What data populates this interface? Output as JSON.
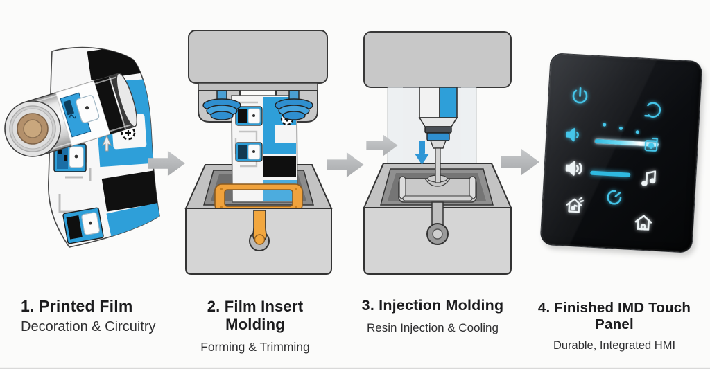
{
  "diagram": {
    "kind": "process-infographic",
    "subject": "IMD (In-Mold Decoration) touch panel manufacturing process"
  },
  "steps": [
    {
      "num": "1",
      "title": "1. Printed Film",
      "subtitle": "Decoration & Circuitry",
      "illustration": "printed-film-roll"
    },
    {
      "num": "2",
      "title": "2. Film Insert Molding",
      "subtitle": "Forming & Trimming",
      "illustration": "film-insert-press-and-mold"
    },
    {
      "num": "3",
      "title": "3. Injection Molding",
      "subtitle": "Resin Injection & Cooling",
      "illustration": "injection-unit-and-mold"
    },
    {
      "num": "4",
      "title": "4. Finished IMD Touch Panel",
      "subtitle": "Durable, Integrated HMI",
      "illustration": "black-glass-touch-panel"
    }
  ],
  "arrows": [
    {
      "name": "process-arrow-1-2",
      "direction": "right"
    },
    {
      "name": "process-arrow-2-3-lower",
      "direction": "right"
    },
    {
      "name": "process-arrow-2-3-upper",
      "direction": "right"
    },
    {
      "name": "process-arrow-3-4",
      "direction": "right"
    }
  ],
  "touch_panel": {
    "icons": [
      {
        "name": "power-icon",
        "color": "cyan"
      },
      {
        "name": "rotate-icon",
        "color": "cyan"
      },
      {
        "name": "volume-low-icon",
        "color": "cyan"
      },
      {
        "name": "slider-dots",
        "color": "cyan"
      },
      {
        "name": "brightness-slider",
        "color": "cyan-white"
      },
      {
        "name": "doorbell-camera-icon",
        "color": "cyan"
      },
      {
        "name": "volume-high-icon",
        "color": "white"
      },
      {
        "name": "volume-slider",
        "color": "cyan"
      },
      {
        "name": "music-note-icon",
        "color": "white"
      },
      {
        "name": "restart-icon",
        "color": "cyan"
      },
      {
        "name": "smart-home-icon",
        "color": "white"
      },
      {
        "name": "home-icon",
        "color": "white"
      }
    ]
  },
  "colors": {
    "accent_blue": "#2e9fd9",
    "glow_cyan": "#45c6ea",
    "resin_orange": "#f2a33c",
    "machine_gray": "#c8c8c8",
    "arrow_gray": "#b4b6b8",
    "panel_black": "#0a0b0e",
    "background": "#fbfbfa"
  }
}
